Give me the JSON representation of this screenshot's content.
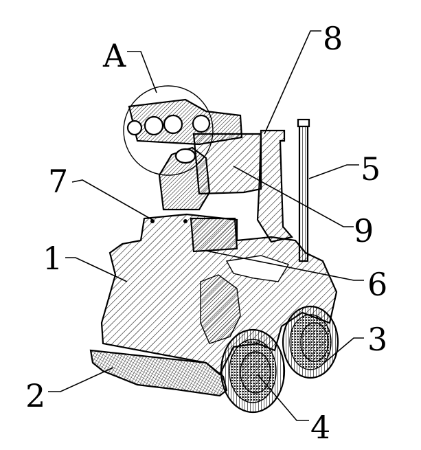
{
  "labels": {
    "a": "A",
    "n1": "1",
    "n2": "2",
    "n3": "3",
    "n4": "4",
    "n5": "5",
    "n6": "6",
    "n7": "7",
    "n8": "8",
    "n9": "9"
  },
  "colors": {
    "line": "#000000",
    "background": "#ffffff"
  }
}
